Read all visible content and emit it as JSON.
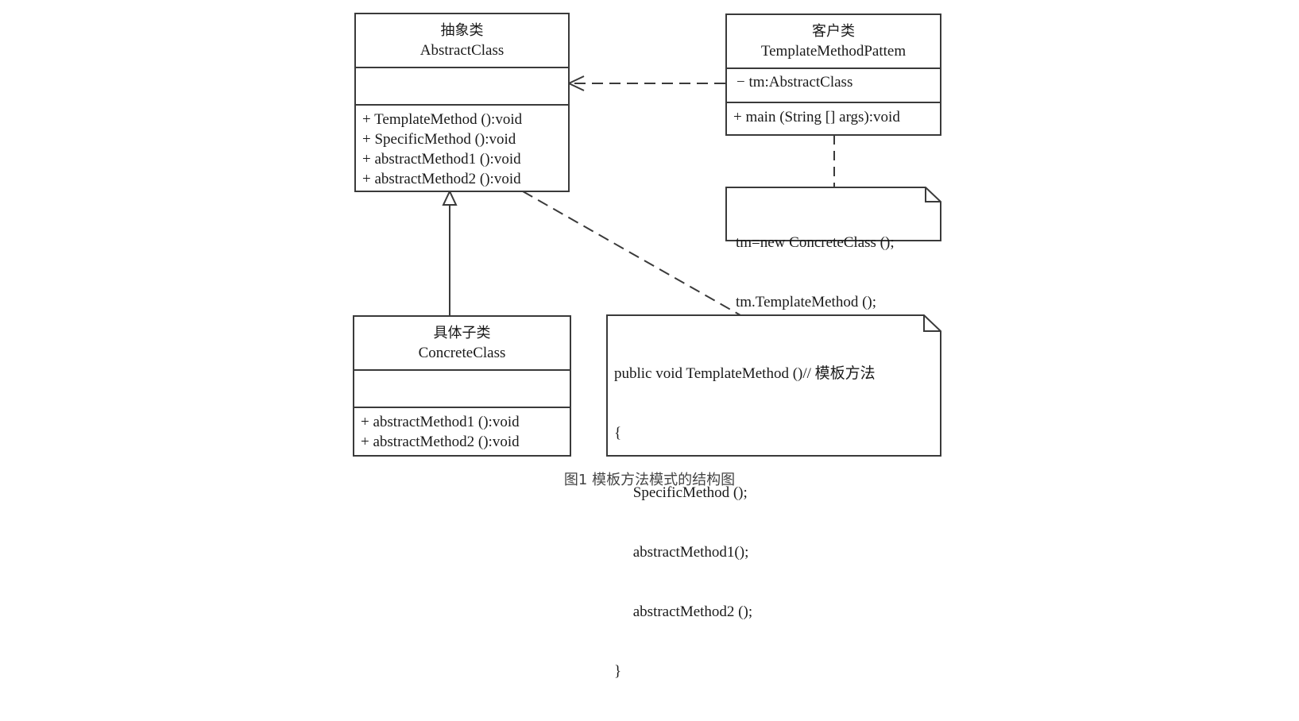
{
  "abstract_class": {
    "name_cn": "抽象类",
    "name_en": "AbstractClass",
    "operations": [
      "+ TemplateMethod ():void",
      "+ SpecificMethod ():void",
      "+ abstractMethod1 ():void",
      "+ abstractMethod2 ():void"
    ]
  },
  "client_class": {
    "name_cn": "客户类",
    "name_en": "TemplateMethodPattem",
    "attribute": "− tm:AbstractClass",
    "operations": [
      "+ main (String [] args):void"
    ]
  },
  "concrete_class": {
    "name_cn": "具体子类",
    "name_en": "ConcreteClass",
    "operations": [
      "+ abstractMethod1 ():void",
      "+ abstractMethod2 ():void"
    ]
  },
  "client_note": {
    "lines": [
      "tm=new ConcreteClass ();",
      "tm.TemplateMethod ();"
    ]
  },
  "template_note": {
    "lines": [
      "public void TemplateMethod ()// 模板方法",
      "{",
      "     SpecificMethod ();",
      "     abstractMethod1();",
      "     abstractMethod2 ();",
      "}"
    ]
  },
  "caption": "图1 模板方法模式的结构图"
}
